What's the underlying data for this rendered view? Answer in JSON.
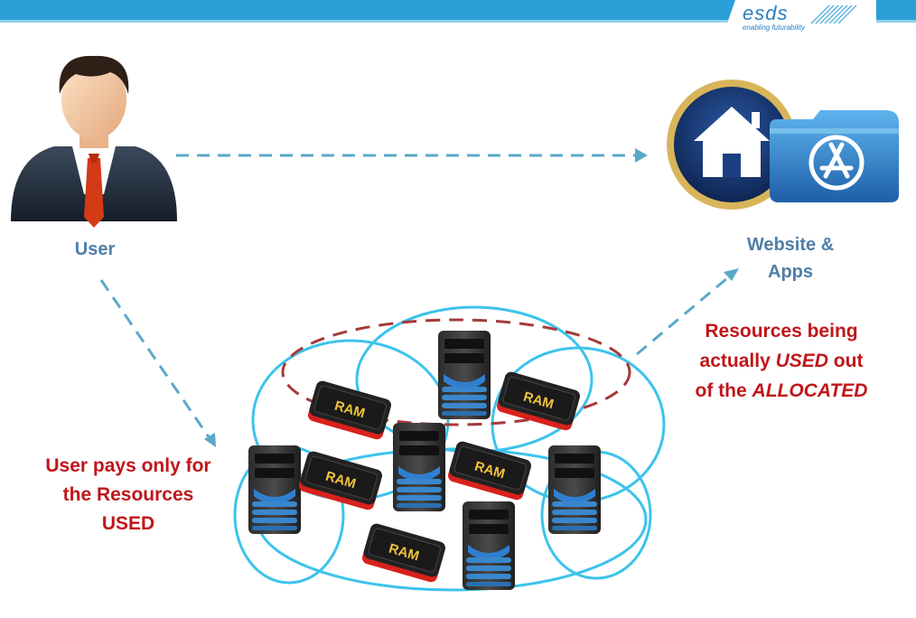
{
  "brand": {
    "name": "esds",
    "tagline": "enabling futurability"
  },
  "labels": {
    "user": "User",
    "website_apps": [
      "Website &",
      "Apps"
    ],
    "user_pays": [
      "User pays only for",
      "the Resources",
      "USED"
    ],
    "resources_used": {
      "line1": "Resources being",
      "line2_prefix": "actually ",
      "line2_emph": "USED",
      "line2_suffix": " out",
      "line3_prefix": "of the ",
      "line3_emph": "ALLOCATED"
    }
  },
  "chip_text": "RAM",
  "colors": {
    "accent_blue": "#2a9fd8",
    "label_blue": "#4f7ea8",
    "label_red": "#c0161a",
    "arrow": "#5aa9c9",
    "ellipse": "#a53a3a",
    "cloud": "#3cc3ec"
  }
}
